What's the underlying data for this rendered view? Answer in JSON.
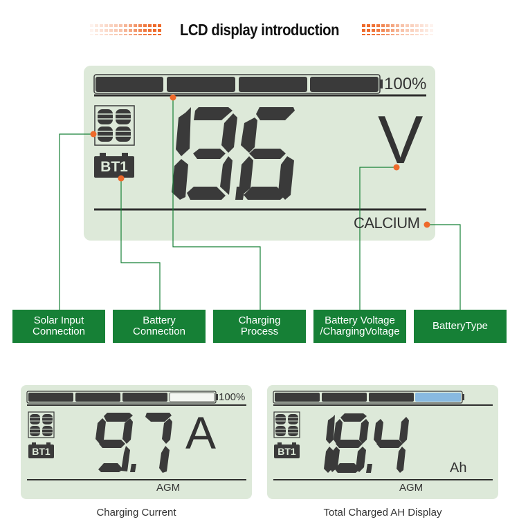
{
  "header": {
    "title": "LCD display introduction",
    "accent_color": "#ee6a2b"
  },
  "main_display": {
    "battery_percent_label": "100%",
    "battery_segments_filled": 4,
    "battery_segments_total": 4,
    "reading": "13.6",
    "unit": "V",
    "battery_type": "CALCIUM",
    "solar_icon": "solar-panel-icon",
    "battery_icon_label": "BT1",
    "background_color": "#dde9d9",
    "segment_color": "#3a3a3a"
  },
  "callouts": [
    {
      "label": "Solar Input\nConnection"
    },
    {
      "label": "Battery\nConnection"
    },
    {
      "label": "Charging\nProcess"
    },
    {
      "label": "Battery Voltage\n/ChargingVoltage"
    },
    {
      "label": "BatteryType"
    }
  ],
  "callout_style": {
    "box_color": "#168036",
    "line_color": "#168036",
    "dot_color": "#ee6a2b"
  },
  "examples": [
    {
      "battery_percent_label": "100%",
      "battery_segments_filled": 3,
      "battery_segments_total": 4,
      "reading": "9.7",
      "unit": "A",
      "battery_type": "AGM",
      "battery_icon_label": "BT1",
      "caption": "Charging Current"
    },
    {
      "battery_segments_filled": 3,
      "battery_segments_total": 4,
      "battery_last_segment_color": "#88b9e0",
      "reading": "18.4",
      "unit": "Ah",
      "battery_type": "AGM",
      "battery_icon_label": "BT1",
      "caption": "Total Charged AH Display"
    }
  ]
}
